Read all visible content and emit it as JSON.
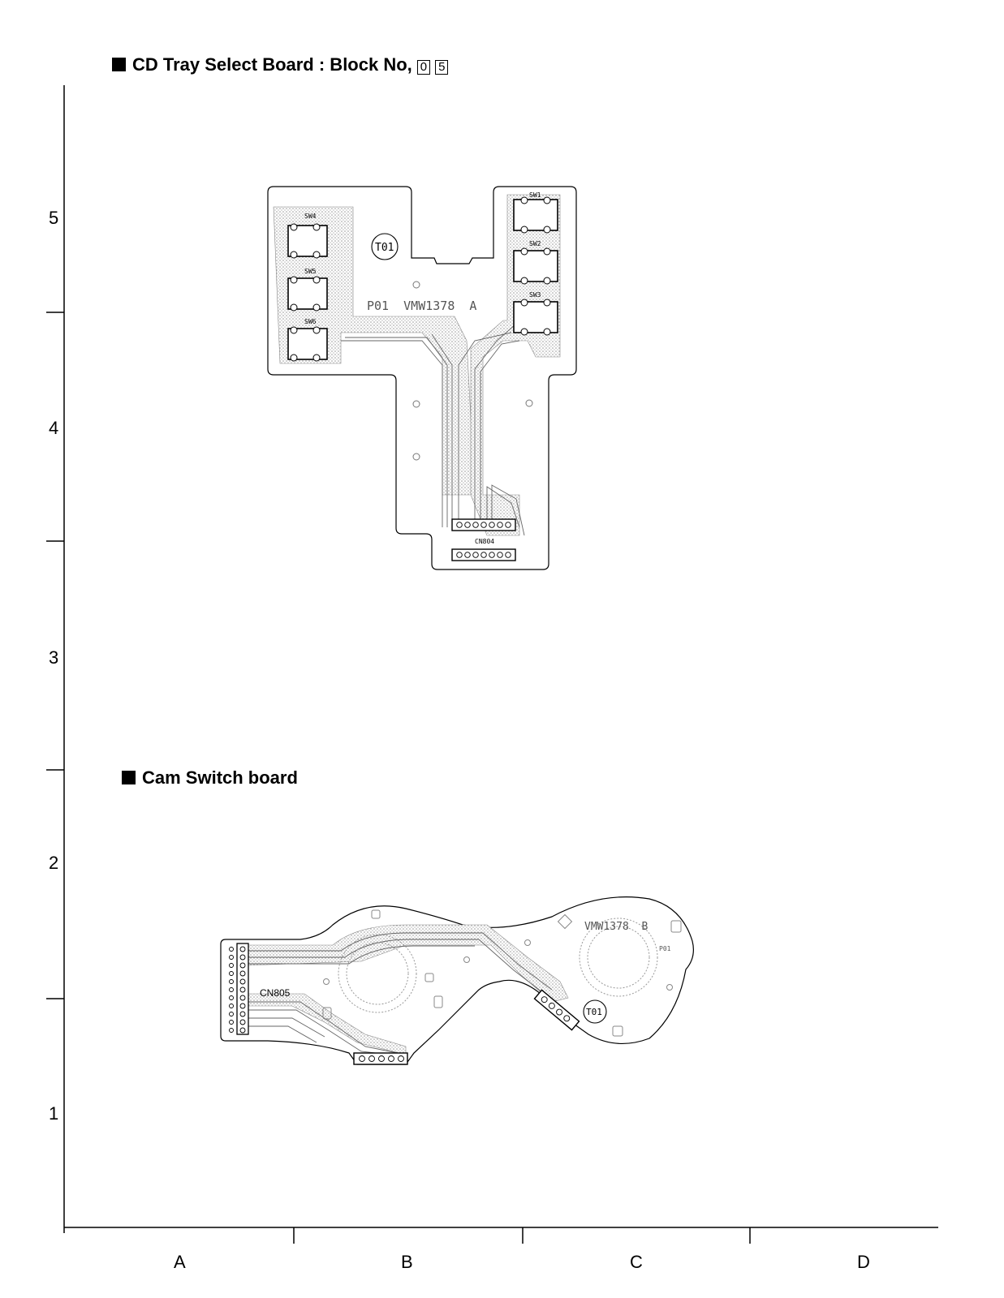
{
  "board1": {
    "title": "CD Tray Select Board : Block No,",
    "block_digits": [
      "0",
      "5"
    ]
  },
  "board2": {
    "title": "Cam Switch board"
  },
  "rows": [
    "5",
    "4",
    "3",
    "2",
    "1"
  ],
  "cols": [
    "A",
    "B",
    "C",
    "D"
  ],
  "pcb1": {
    "label": "P01  VMW1378  A",
    "t_label": "T01",
    "switches": [
      "SW1",
      "SW2",
      "SW3",
      "SW4",
      "SW5",
      "SW6"
    ],
    "connector": "CN804"
  },
  "pcb2": {
    "label": "VMW1378  B",
    "p_label": "P01",
    "t_label": "T01",
    "connector": "CN805"
  }
}
